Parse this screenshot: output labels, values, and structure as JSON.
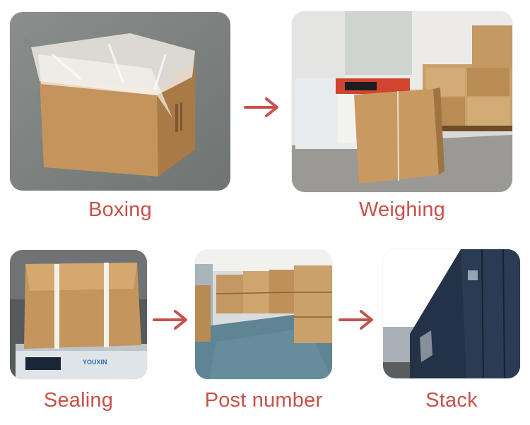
{
  "steps": [
    {
      "id": "boxing",
      "label": "Boxing"
    },
    {
      "id": "weighing",
      "label": "Weighing"
    },
    {
      "id": "sealing",
      "label": "Sealing"
    },
    {
      "id": "post-number",
      "label": "Post number"
    },
    {
      "id": "stack",
      "label": "Stack"
    }
  ],
  "machine_brand": "YOUXIN",
  "colors": {
    "accent": "#c8514a",
    "cardboard": "#c99a63",
    "container": "#243248"
  }
}
